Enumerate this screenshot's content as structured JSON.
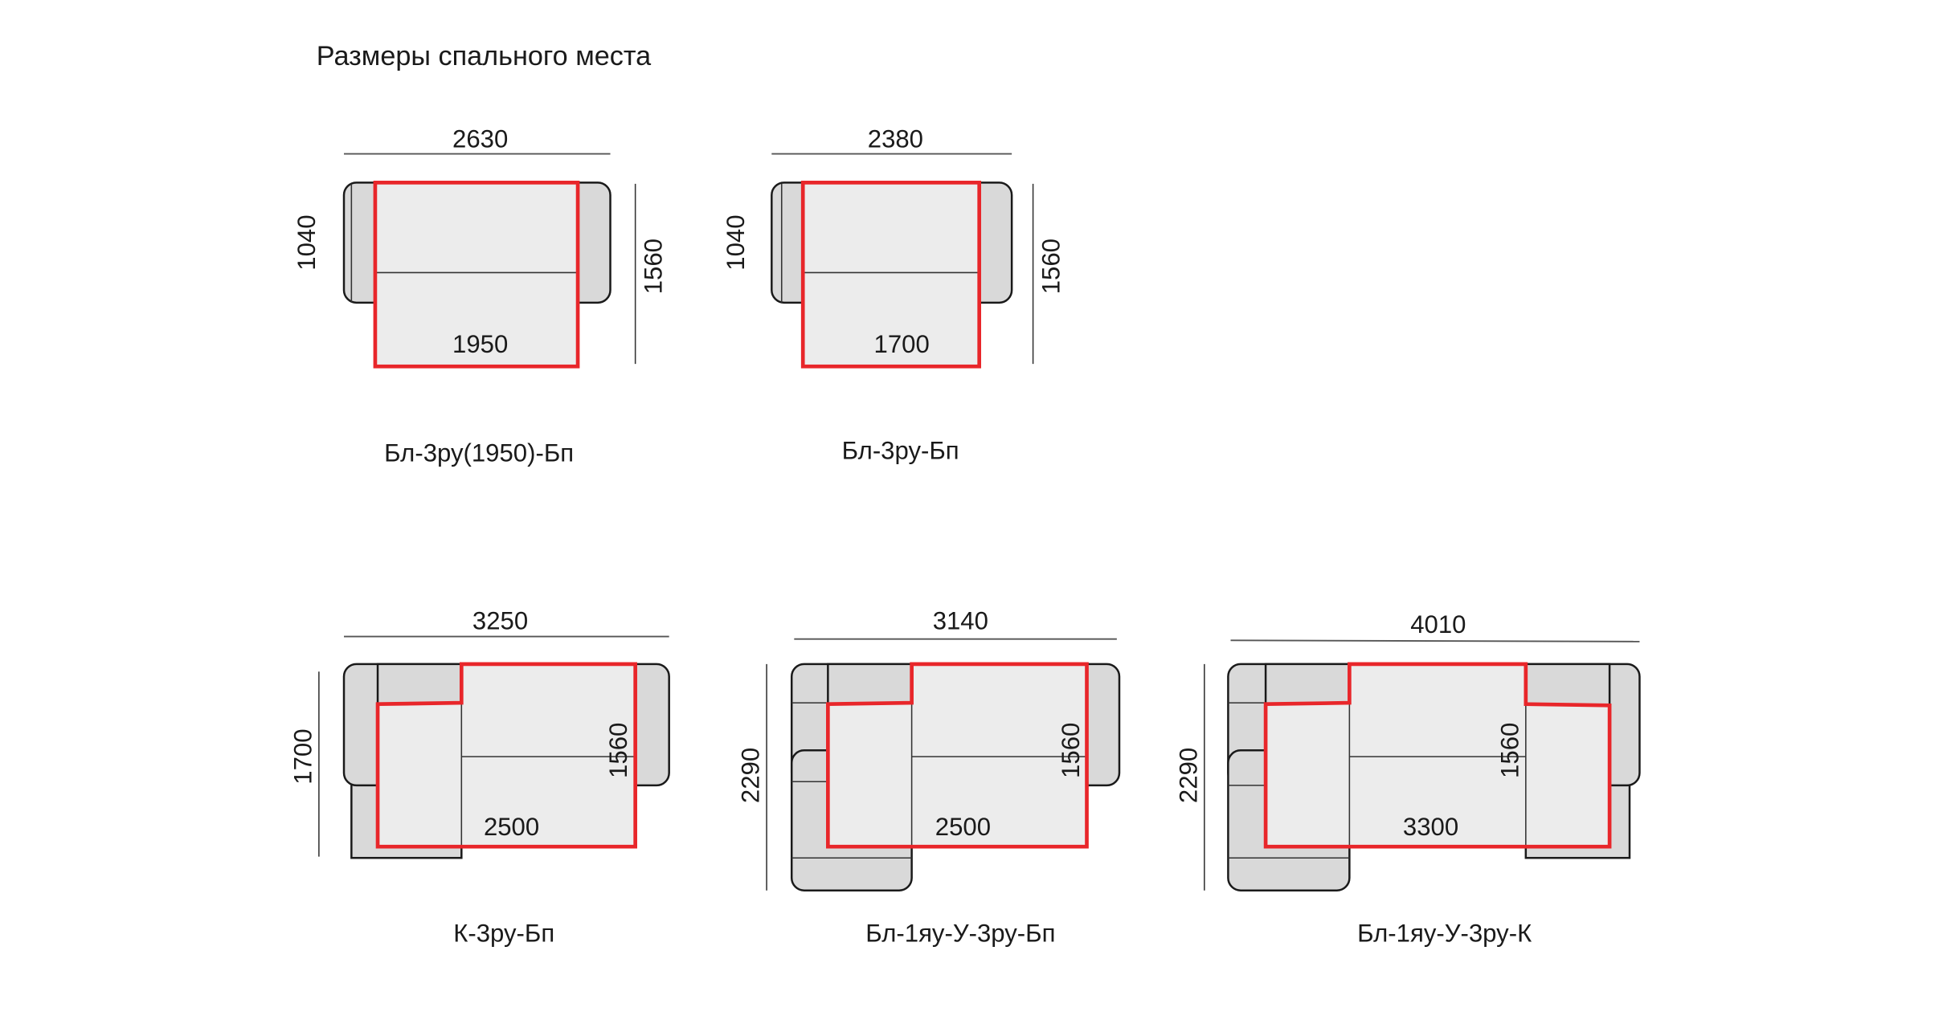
{
  "title": "Размеры спального места",
  "colors": {
    "sleeping_area": "#e8262a",
    "upholstery": "#d9d9d9",
    "seat": "#ececec"
  },
  "diagrams": [
    {
      "name": "Бл-3ру(1950)-Бп",
      "width": "2630",
      "depth": "1040",
      "sleep_length": "1560",
      "sleep_width": "1950"
    },
    {
      "name": "Бл-3ру-Бп",
      "width": "2380",
      "depth": "1040",
      "sleep_length": "1560",
      "sleep_width": "1700"
    },
    {
      "name": "К-3ру-Бп",
      "width": "3250",
      "depth": "1700",
      "sleep_length": "1560",
      "sleep_width": "2500"
    },
    {
      "name": "Бл-1яу-У-3ру-Бп",
      "width": "3140",
      "depth": "2290",
      "sleep_length": "1560",
      "sleep_width": "2500"
    },
    {
      "name": "Бл-1яу-У-3ру-К",
      "width": "4010",
      "depth": "2290",
      "sleep_length": "1560",
      "sleep_width": "3300"
    }
  ]
}
